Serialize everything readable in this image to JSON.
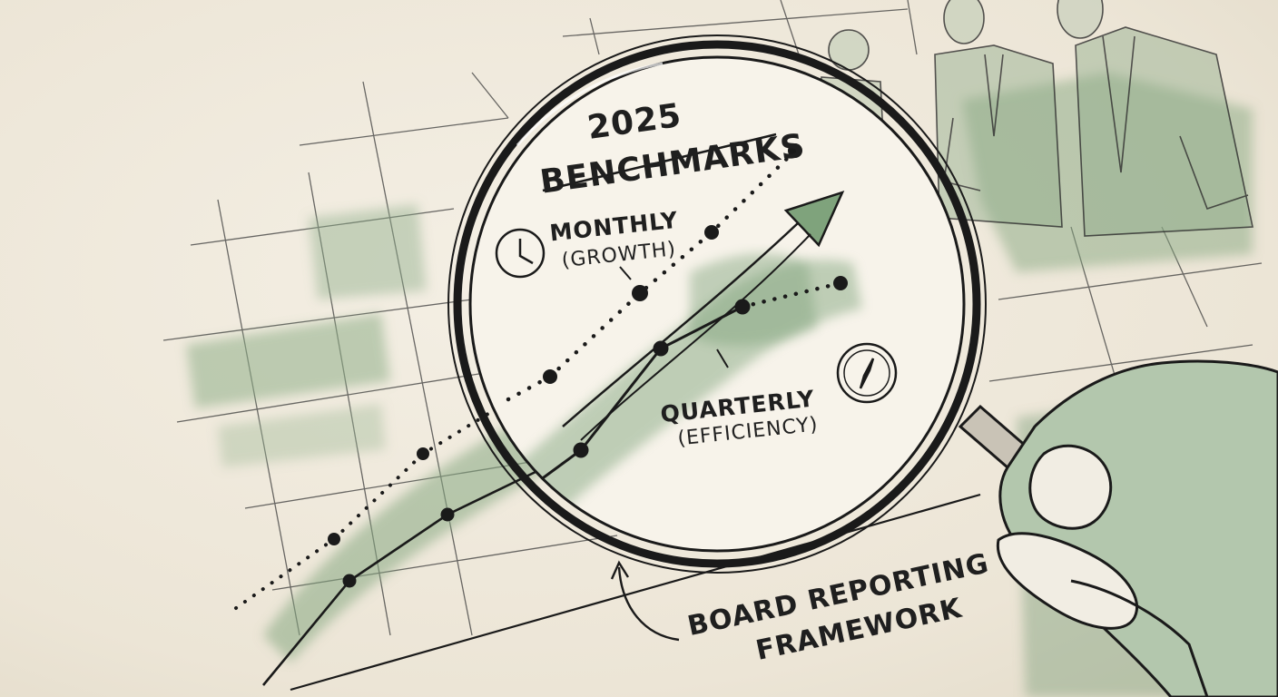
{
  "illustration": {
    "lens_title_line1": "2025",
    "lens_title_line2": "BENCHMARKS",
    "monthly_label": "MONTHLY",
    "monthly_sublabel": "(GROWTH)",
    "quarterly_label": "QUARTERLY",
    "quarterly_sublabel": "(EFFICIENCY)",
    "footer_line1": "BOARD REPORTING",
    "footer_line2": "FRAMEWORK"
  },
  "colors": {
    "paper": "#efe9dc",
    "ink": "#1f1f1f",
    "wash_green": "#7f9f7c"
  },
  "icons": [
    "clock-icon",
    "compass-icon",
    "magnifying-glass-icon",
    "arrow-up-icon"
  ]
}
